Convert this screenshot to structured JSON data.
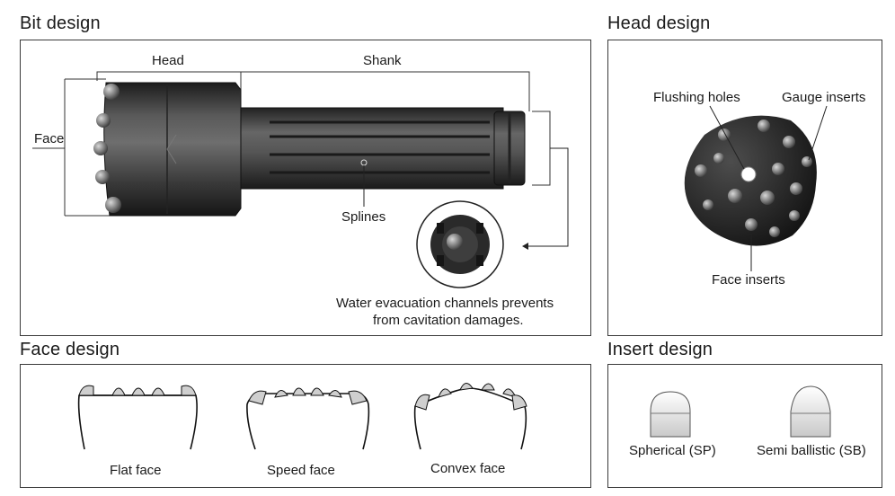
{
  "sections": {
    "bit_design": {
      "title": "Bit design",
      "labels": {
        "head": "Head",
        "shank": "Shank",
        "face": "Face",
        "splines": "Splines",
        "water_line1": "Water  evacuation channels prevents",
        "water_line2": "from cavitation damages."
      }
    },
    "head_design": {
      "title": "Head design",
      "labels": {
        "flushing_holes": "Flushing holes",
        "gauge_inserts": "Gauge inserts",
        "face_inserts": "Face inserts"
      }
    },
    "face_design": {
      "title": "Face design",
      "items": [
        "Flat face",
        "Speed face",
        "Convex face"
      ]
    },
    "insert_design": {
      "title": "Insert design",
      "items": [
        "Spherical (SP)",
        "Semi ballistic (SB)"
      ]
    }
  },
  "colors": {
    "border": "#3a3a3a",
    "bit_body": "#3c3c3c",
    "bit_dark": "#1e1e1e",
    "insert_gray": "#d4d4d4"
  }
}
